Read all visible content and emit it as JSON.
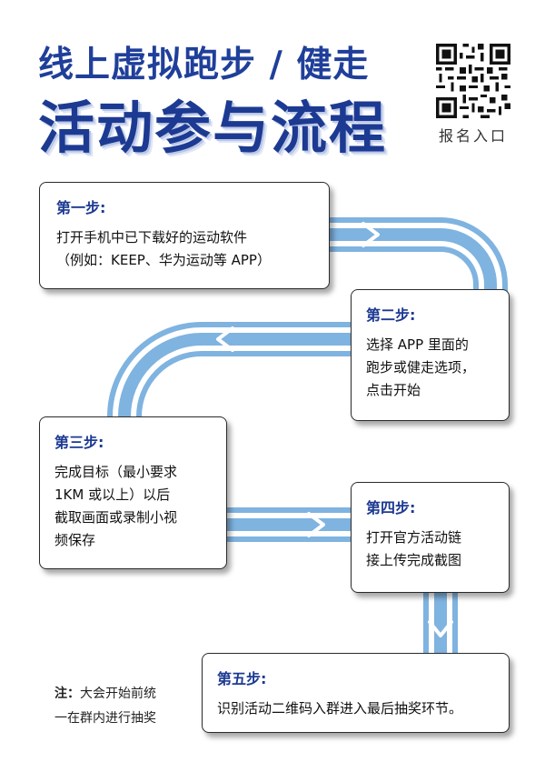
{
  "header": {
    "title_line1": "线上虚拟跑步 / 健走",
    "title_line2": "活动参与流程",
    "qr_label": "报名入口"
  },
  "steps": [
    {
      "title": "第一步:",
      "lines": [
        "打开手机中已下载好的运动软件",
        "（例如：KEEP、华为运动等 APP）"
      ]
    },
    {
      "title": "第二步:",
      "lines": [
        "选择 APP 里面的",
        "跑步或健走选项，",
        "点击开始"
      ]
    },
    {
      "title": "第三步:",
      "lines": [
        "完成目标（最小要求",
        "1KM 或以上）以后",
        "截取画面或录制小视",
        "频保存"
      ]
    },
    {
      "title": "第四步:",
      "lines": [
        "打开官方活动链",
        "接上传完成截图"
      ]
    },
    {
      "title": "第五步:",
      "lines": [
        "识别活动二维码入群进入最后抽奖环节。"
      ]
    }
  ],
  "note": {
    "label": "注：",
    "line1": "大会开始前统",
    "line2": "一在群内进行抽奖"
  },
  "colors": {
    "brand_blue": "#1d3a92",
    "track_blue": "#7fb3e0",
    "track_stripe": "#ffffff"
  }
}
